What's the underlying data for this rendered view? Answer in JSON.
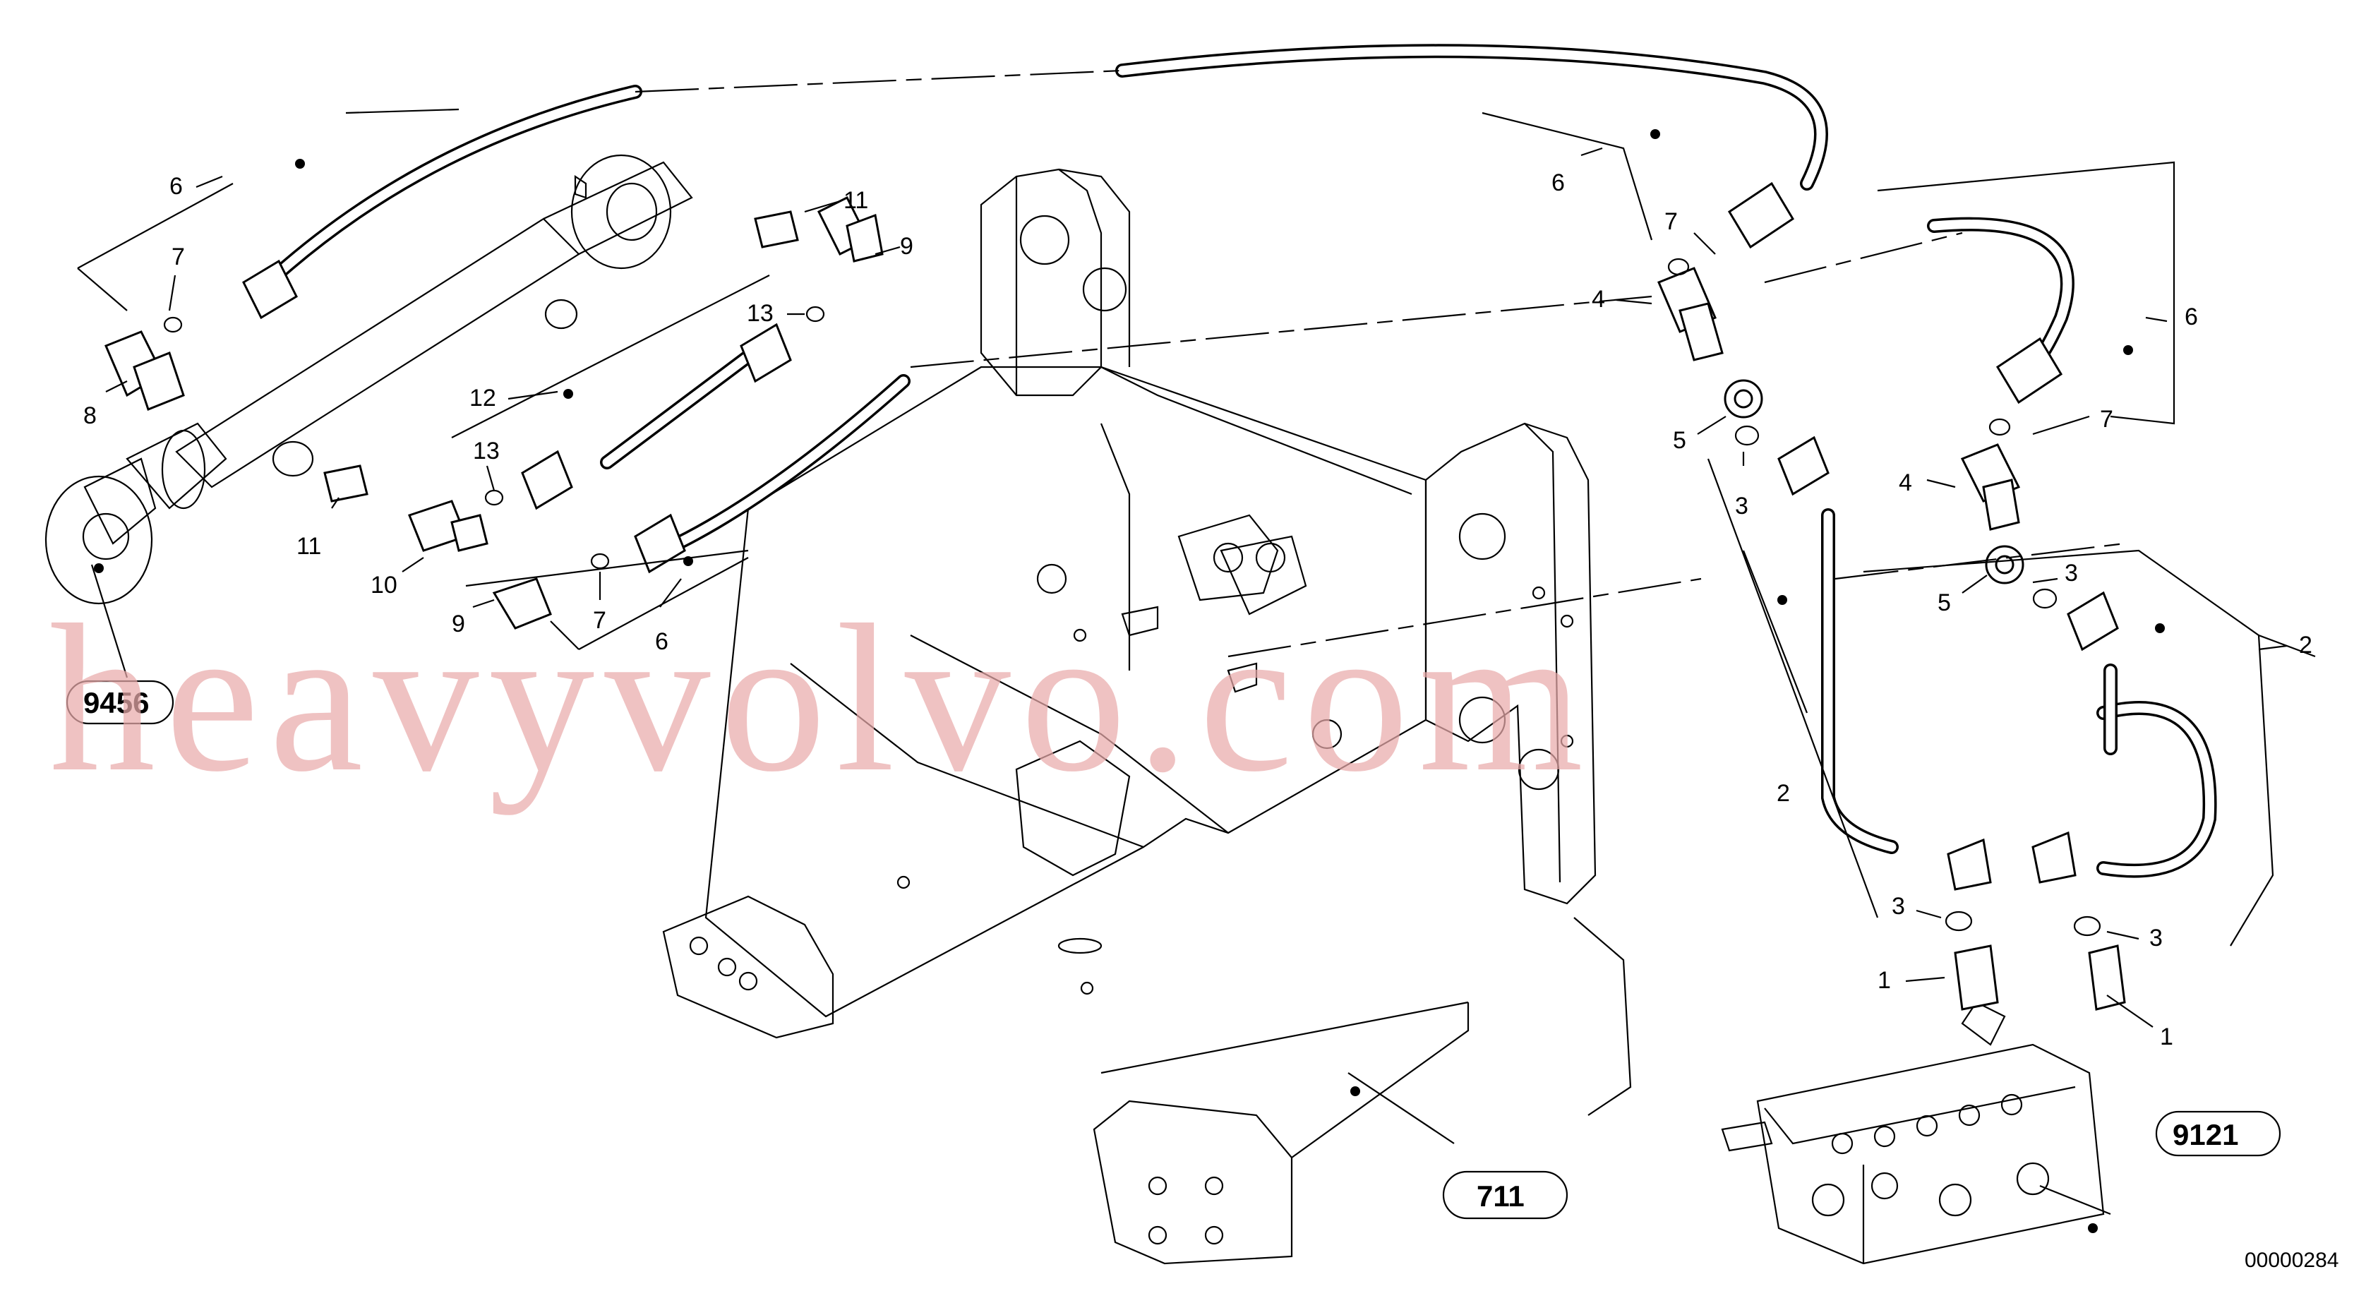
{
  "diagram": {
    "part_labels": [
      "6",
      "7",
      "8",
      "11",
      "9",
      "13",
      "12",
      "13",
      "11",
      "10",
      "9",
      "7",
      "6",
      "6",
      "7",
      "4",
      "5",
      "3",
      "6",
      "7",
      "4",
      "5",
      "3",
      "2",
      "2",
      "3",
      "1",
      "3",
      "1"
    ],
    "reference_boxes": [
      "9456",
      "711",
      "9121"
    ],
    "watermark": "heavyvolvo.com",
    "drawing_code": "00000284"
  }
}
